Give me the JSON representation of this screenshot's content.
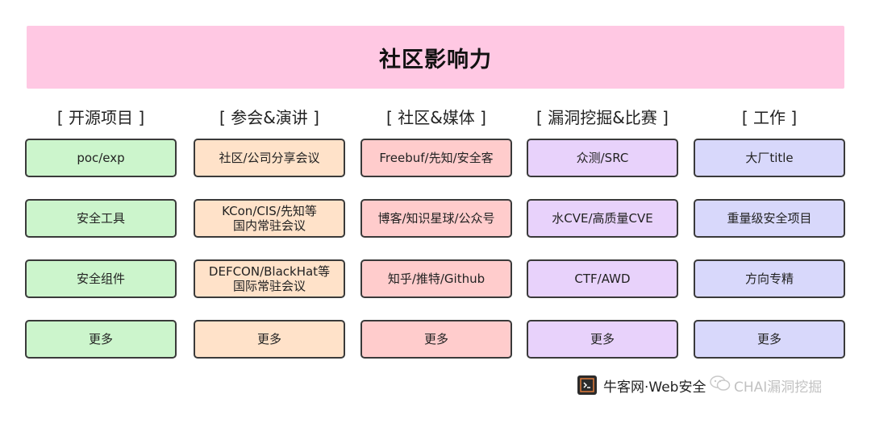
{
  "title": "社区影响力",
  "columns": [
    {
      "header": "[ 开源项目 ]",
      "fill": "#ccf5cc",
      "items": [
        "poc/exp",
        "安全工具",
        "安全组件",
        "更多"
      ]
    },
    {
      "header": "[ 参会&演讲 ]",
      "fill": "#ffe2c9",
      "items": [
        "社区/公司分享会议",
        "KCon/CIS/先知等\n国内常驻会议",
        "DEFCON/BlackHat等\n国际常驻会议",
        "更多"
      ]
    },
    {
      "header": "[ 社区&媒体 ]",
      "fill": "#ffcccc",
      "items": [
        "Freebuf/先知/安全客",
        "博客/知识星球/公众号",
        "知乎/推特/Github",
        "更多"
      ]
    },
    {
      "header": "[ 漏洞挖掘&比赛 ]",
      "fill": "#e8d2fb",
      "items": [
        "众测/SRC",
        "水CVE/高质量CVE",
        "CTF/AWD",
        "更多"
      ]
    },
    {
      "header": "[ 工作 ]",
      "fill": "#d8d8fb",
      "items": [
        "大厂title",
        "重量级安全项目",
        "方向专精",
        "更多"
      ]
    }
  ],
  "footer": {
    "logo_icon": "terminal-logo-icon",
    "text": "牛客网·Web安全",
    "overlay_text": "CHAI漏洞挖掘",
    "overlay_icon": "wechat-icon"
  }
}
